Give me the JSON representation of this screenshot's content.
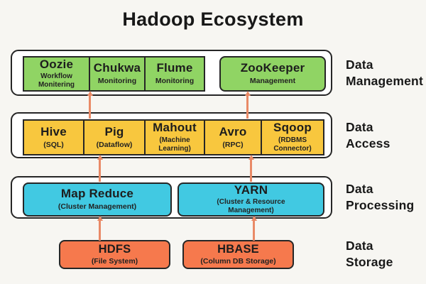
{
  "title": "Hadoop Ecosystem",
  "colors": {
    "background": "#f7f6f2",
    "container_fill": "#ffffff",
    "border": "#262626",
    "management_green": "#90d464",
    "access_yellow": "#f8c73e",
    "processing_cyan": "#41c9e2",
    "storage_orange": "#f6794d",
    "arrow_orange": "#e98a67",
    "text": "#1d1d1d"
  },
  "rows": [
    {
      "label": "Data\nManagement",
      "boxes": [
        {
          "name": "Oozie",
          "sub": "Workflow\nMonitering"
        },
        {
          "name": "Chukwa",
          "sub": "Monitoring"
        },
        {
          "name": "Flume",
          "sub": "Monitoring"
        },
        {
          "name": "ZooKeeper",
          "sub": "Management"
        }
      ]
    },
    {
      "label": "Data\nAccess",
      "boxes": [
        {
          "name": "Hive",
          "sub": "(SQL)"
        },
        {
          "name": "Pig",
          "sub": "(Dataflow)"
        },
        {
          "name": "Mahout",
          "sub": "(Machine\nLearning)"
        },
        {
          "name": "Avro",
          "sub": "(RPC)"
        },
        {
          "name": "Sqoop",
          "sub": "(RDBMS\nConnector)"
        }
      ]
    },
    {
      "label": "Data\nProcessing",
      "boxes": [
        {
          "name": "Map Reduce",
          "sub": "(Cluster Management)"
        },
        {
          "name": "YARN",
          "sub": "(Cluster & Resource\nManagement)"
        }
      ]
    },
    {
      "label": "Data\nStorage",
      "boxes": [
        {
          "name": "HDFS",
          "sub": "(File System)"
        },
        {
          "name": "HBASE",
          "sub": "(Column DB Storage)"
        }
      ]
    }
  ]
}
